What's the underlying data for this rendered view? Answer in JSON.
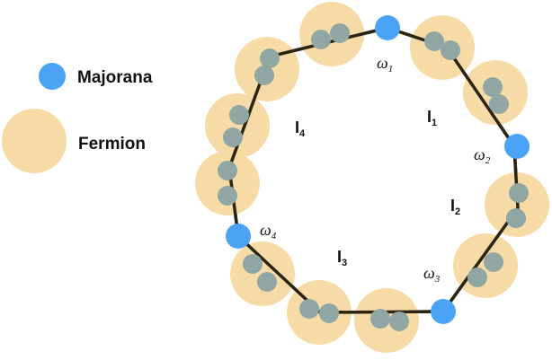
{
  "legend": {
    "majorana": {
      "label": "Majorana",
      "color": "#4aa3f5"
    },
    "fermion": {
      "label": "Fermion",
      "color": "#f7dba7"
    }
  },
  "colors": {
    "site": "#8fa6a2",
    "chain": "#2a2410",
    "majorana": "#4aa3f5",
    "fermion": "#f7dba7"
  },
  "diagram": {
    "regions": [
      {
        "base": "I",
        "sub": "1"
      },
      {
        "base": "I",
        "sub": "2"
      },
      {
        "base": "I",
        "sub": "3"
      },
      {
        "base": "I",
        "sub": "4"
      }
    ],
    "majoranas": [
      {
        "base": "ω",
        "sub": "1"
      },
      {
        "base": "ω",
        "sub": "2"
      },
      {
        "base": "ω",
        "sub": "3"
      },
      {
        "base": "ω",
        "sub": "4"
      }
    ]
  }
}
